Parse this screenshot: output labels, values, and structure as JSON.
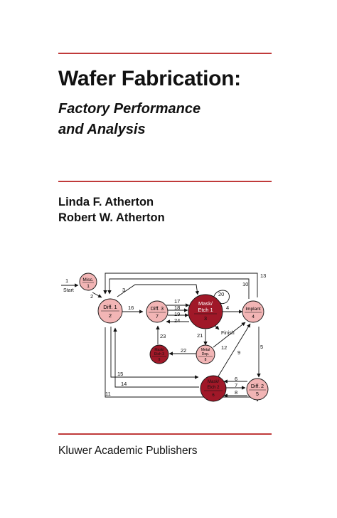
{
  "book": {
    "title": "Wafer Fabrication:",
    "subtitle_line1": "Factory Performance",
    "subtitle_line2": "and Analysis",
    "authors": [
      "Linda F. Atherton",
      "Robert W. Atherton"
    ],
    "publisher": "Kluwer Academic Publishers"
  },
  "diagram": {
    "nodes": {
      "misc": {
        "name": "Misc.",
        "id": "1"
      },
      "diff1": {
        "name": "Diff. 1",
        "id": "2"
      },
      "diff3": {
        "name": "Diff. 3",
        "id": "7"
      },
      "mask1_line1": "Mask/",
      "mask1_line2": "Etch 1",
      "mask1_id": "3",
      "implant": {
        "name": "Implant",
        "id": "4"
      },
      "mask3_line1": "Mask/",
      "mask3_line2": "Etch 3",
      "mask3_id": "9",
      "metal_line1": "Metal",
      "metal_line2": "Dep.",
      "metal_id": "8",
      "mask2_line1": "Mask/",
      "mask2_line2": "Etch 2",
      "mask2_id": "6",
      "diff2": {
        "name": "Diff. 2",
        "id": "5"
      }
    },
    "labels": {
      "start": "Start",
      "finish": "Finish",
      "e1": "1",
      "e2": "2",
      "e3": "3",
      "e4": "4",
      "e5": "5",
      "e6": "6",
      "e7": "7",
      "e8": "8",
      "e9": "9",
      "e10": "10",
      "e11": "11",
      "e12": "12",
      "e13": "13",
      "e14": "14",
      "e15": "15",
      "e16": "16",
      "e17": "17",
      "e18": "18",
      "e19": "19",
      "e20": "20",
      "e21": "21",
      "e22": "22",
      "e23": "23",
      "e24": "24"
    },
    "colors": {
      "light_node": "#f2b5b5",
      "dark_node": "#a01828",
      "rule": "#c03a3a"
    }
  }
}
